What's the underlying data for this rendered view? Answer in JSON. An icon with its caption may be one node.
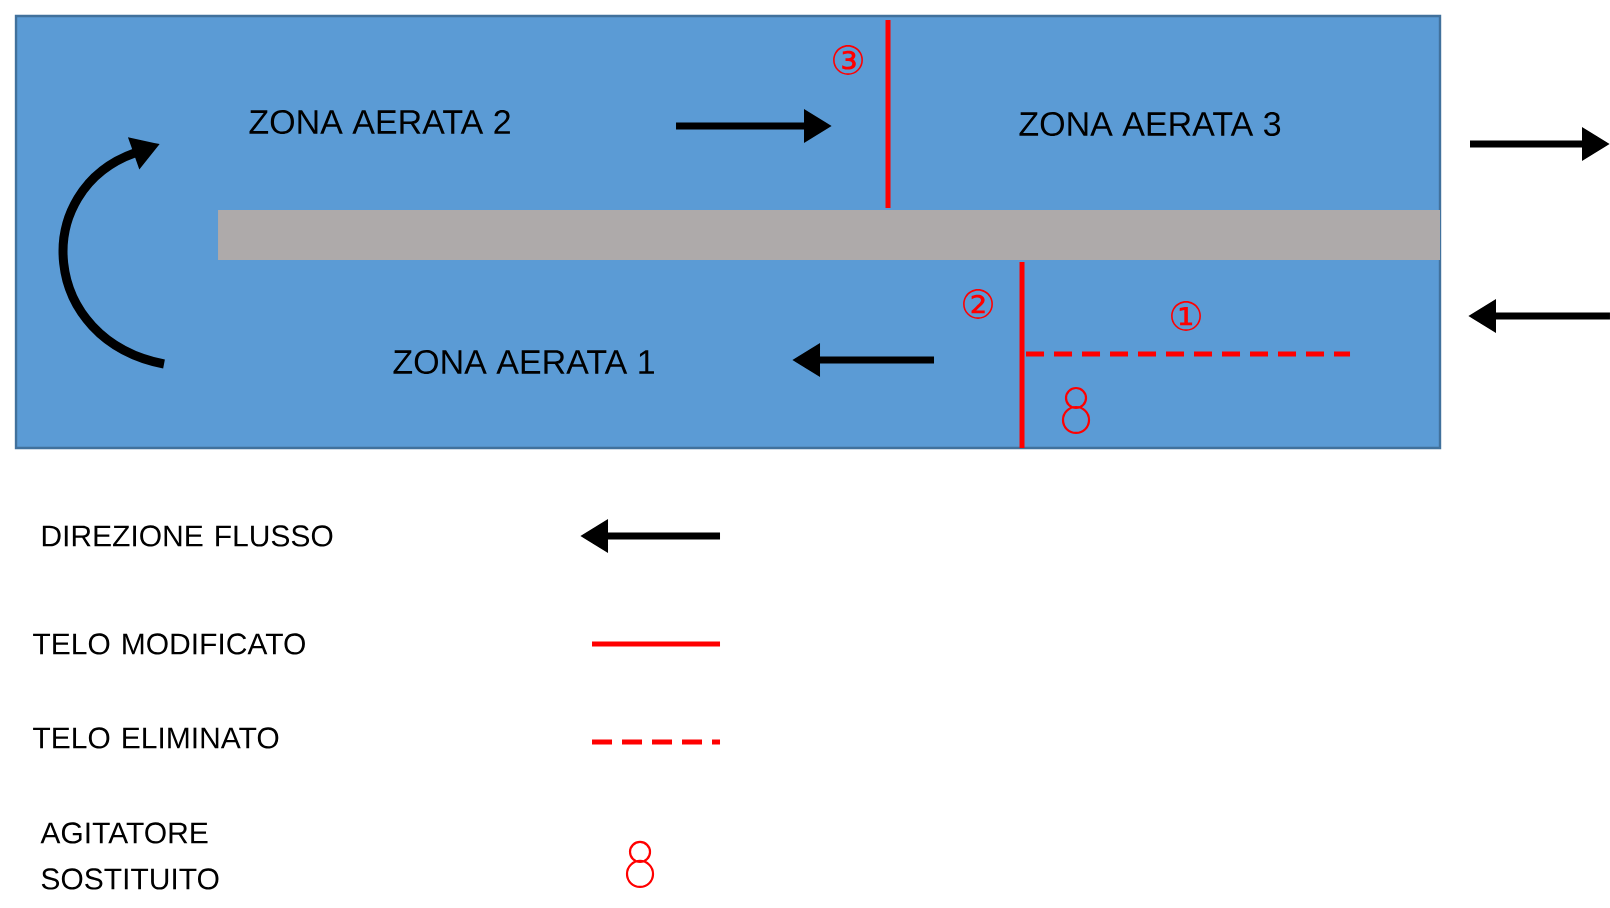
{
  "diagram": {
    "labels": [
      "③",
      "ZONA AERATA 2",
      "ZONA AERATA 3",
      "②",
      "①",
      "ZONA AERATA 1"
    ],
    "legend": [
      {
        "text": "DIREZIONE FLUSSO"
      },
      {
        "text": "TELO MODIFICATO"
      },
      {
        "text": "TELO ELIMINATO"
      },
      {
        "text": "AGITATORE SOSTITUITO"
      }
    ]
  }
}
